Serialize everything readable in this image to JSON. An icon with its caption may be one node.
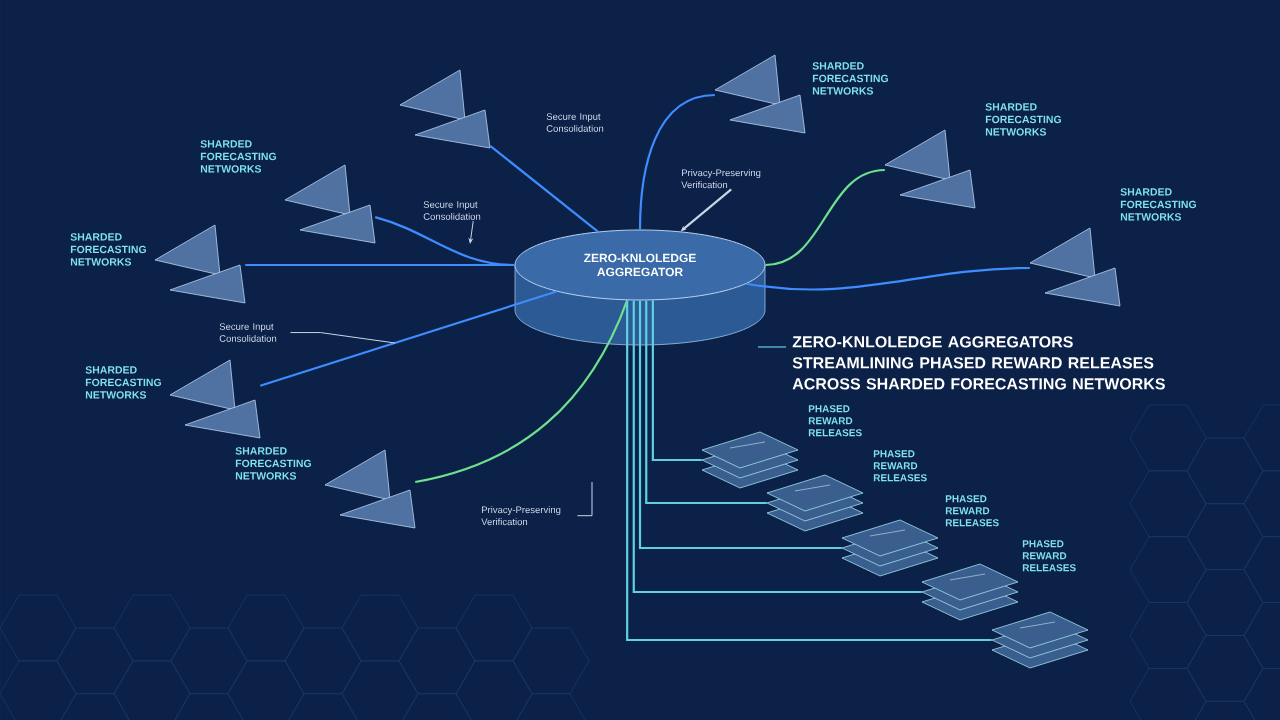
{
  "diagram": {
    "title": "ZERO-KNLOLEDGE AGGREGATORS STREAMLINING PHASED REWARD RELEASES ACROSS SHARDED FORECASTING NETWORKS",
    "nodes": [
      {
        "text": [
          "ZERO-KNLOLEDGE AGGREGATOR"
        ]
      },
      {
        "text": [],
        "shape": "pyramid"
      },
      {
        "text": [
          "SHARDED FORECASTING NETWORKS"
        ]
      },
      {
        "text": [
          "SHARDED FORECASTING NETWORKS"
        ]
      },
      {
        "text": [
          "SHARDED FORECASTING NETWORKS"
        ]
      },
      {
        "text": [
          "SHARDED FORECASTING NETWORKS"
        ]
      },
      {
        "text": [
          "SHARDED FORECASTING NETWORKS"
        ]
      },
      {
        "text": [
          "SHARDED FORECASTING NETWORKS"
        ]
      },
      {
        "text": [
          "SHARDED FORECASTING NETWORKS"
        ]
      },
      {
        "text": [
          "PHASED REWARD RELEASES"
        ]
      },
      {
        "text": [
          "PHASED REWARD RELEASES"
        ]
      },
      {
        "text": [
          "PHASED REWARD RELEASES"
        ]
      },
      {
        "text": [
          "PHASED REWARD RELEASES"
        ]
      },
      {
        "text": [],
        "shape": "box"
      },
      {
        "text": [
          "Secure Input Consolidation"
        ]
      },
      {
        "text": [
          "Privacy-Preserving Verification"
        ]
      },
      {
        "text": [
          "Secure Input Consolidation"
        ]
      },
      {
        "text": [
          "Privacy-Preserving Verification"
        ]
      }
    ],
    "edges": [
      {
        "from": 1,
        "to": 0,
        "arrow": "none"
      },
      {
        "from": 2,
        "to": 0,
        "arrow": "none"
      },
      {
        "from": 3,
        "to": 0,
        "arrow": "none"
      },
      {
        "from": 4,
        "to": 0,
        "arrow": "none",
        "color": "#6ee08e"
      },
      {
        "from": 5,
        "to": 0,
        "arrow": "none"
      },
      {
        "from": 6,
        "to": 0,
        "arrow": "none"
      },
      {
        "from": 7,
        "to": 0,
        "arrow": "none"
      },
      {
        "from": 8,
        "to": 0,
        "arrow": "none",
        "color": "#6ee08e"
      },
      {
        "from": 0,
        "to": 9,
        "arrow": "none",
        "color": "#5fd0e0"
      },
      {
        "from": 0,
        "to": 10,
        "arrow": "none",
        "color": "#5fd0e0"
      },
      {
        "from": 0,
        "to": 11,
        "arrow": "none",
        "color": "#5fd0e0"
      },
      {
        "from": 0,
        "to": 12,
        "arrow": "none",
        "color": "#5fd0e0"
      },
      {
        "from": 0,
        "to": 13,
        "arrow": "none",
        "color": "#5fd0e0"
      },
      {
        "from": 14,
        "to": null,
        "arrow": "to",
        "color": "#c9d6ea"
      },
      {
        "from": 15,
        "to": 0,
        "arrow": "to",
        "color": "#c9d6ea"
      },
      {
        "from": 16,
        "to": null,
        "arrow": "none",
        "color": "#c9d6ea"
      },
      {
        "from": 17,
        "to": null,
        "arrow": "none",
        "color": "#c9d6ea"
      }
    ],
    "labels": [
      "Secure Input Consolidation"
    ]
  }
}
